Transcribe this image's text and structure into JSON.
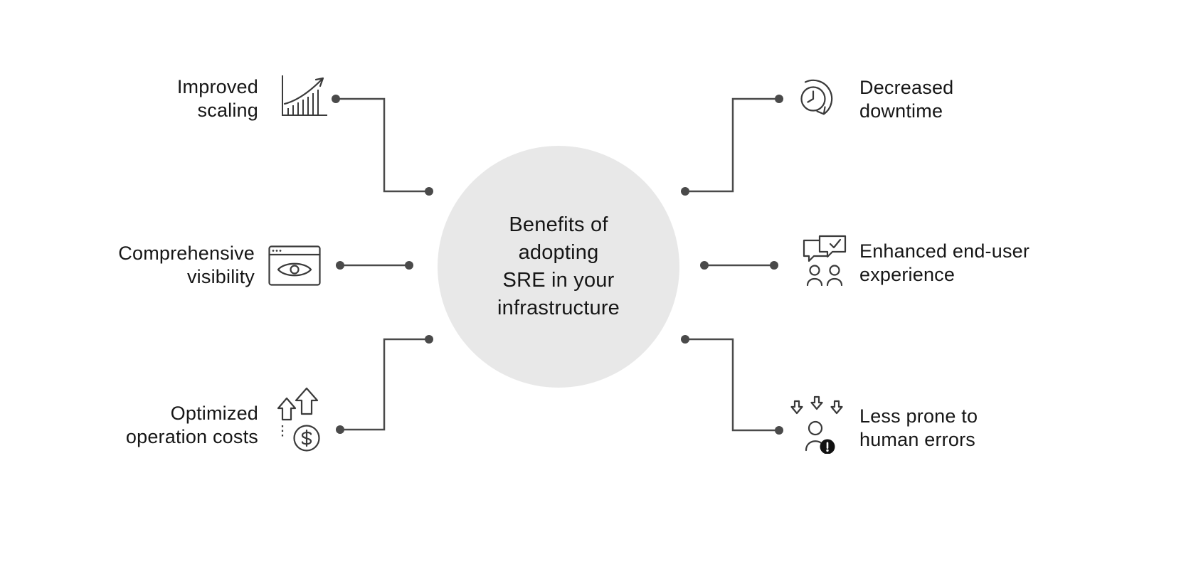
{
  "diagram": {
    "title": "Benefits of\nadopting\nSRE in your\ninfrastructure",
    "colors": {
      "center_bg": "#e8e8e8",
      "line": "#4a4a4a",
      "text": "#161616",
      "icon_stroke": "#3a3a3a"
    }
  },
  "benefits": {
    "left": [
      {
        "label": "Improved\nscaling",
        "icon": "growth-chart-icon"
      },
      {
        "label": "Comprehensive\nvisibility",
        "icon": "browser-visibility-icon"
      },
      {
        "label": "Optimized\noperation costs",
        "icon": "cost-dollar-arrows-icon"
      }
    ],
    "right": [
      {
        "label": "Decreased\ndowntime",
        "icon": "clock-history-icon"
      },
      {
        "label": "Enhanced end-user\nexperience",
        "icon": "chat-users-icon"
      },
      {
        "label": "Less prone to\nhuman errors",
        "icon": "person-error-icon"
      }
    ]
  }
}
